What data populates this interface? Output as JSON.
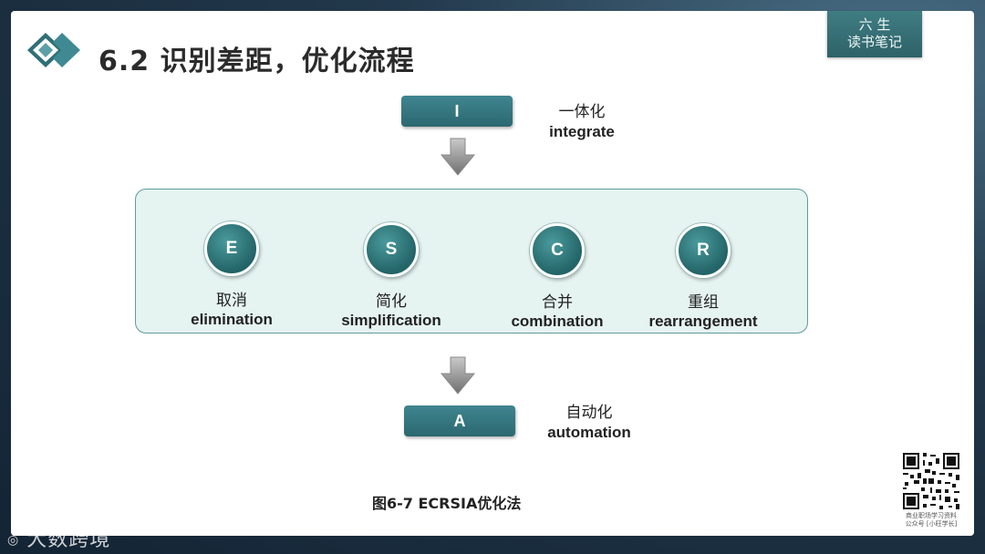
{
  "header": {
    "title": "6.2 识别差距，优化流程",
    "badge_line1": "六 生",
    "badge_line2": "读书笔记"
  },
  "diagram": {
    "top": {
      "letter": "I",
      "zh": "一体化",
      "en": "integrate"
    },
    "steps": [
      {
        "letter": "E",
        "zh": "取消",
        "en": "elimination"
      },
      {
        "letter": "S",
        "zh": "简化",
        "en": "simplification"
      },
      {
        "letter": "C",
        "zh": "合并",
        "en": "combination"
      },
      {
        "letter": "R",
        "zh": "重组",
        "en": "rearrangement"
      }
    ],
    "bottom": {
      "letter": "A",
      "zh": "自动化",
      "en": "automation"
    },
    "caption": "图6-7 ECRSIA优化法"
  },
  "qr": {
    "note_line1": "商业职场学习资料",
    "note_line2": "公众号 [小旺学长]"
  },
  "watermark": "大数跨境",
  "colors": {
    "teal": "#2c6870",
    "panel": "#e5f3f1",
    "panel_border": "#5f9a9a"
  }
}
